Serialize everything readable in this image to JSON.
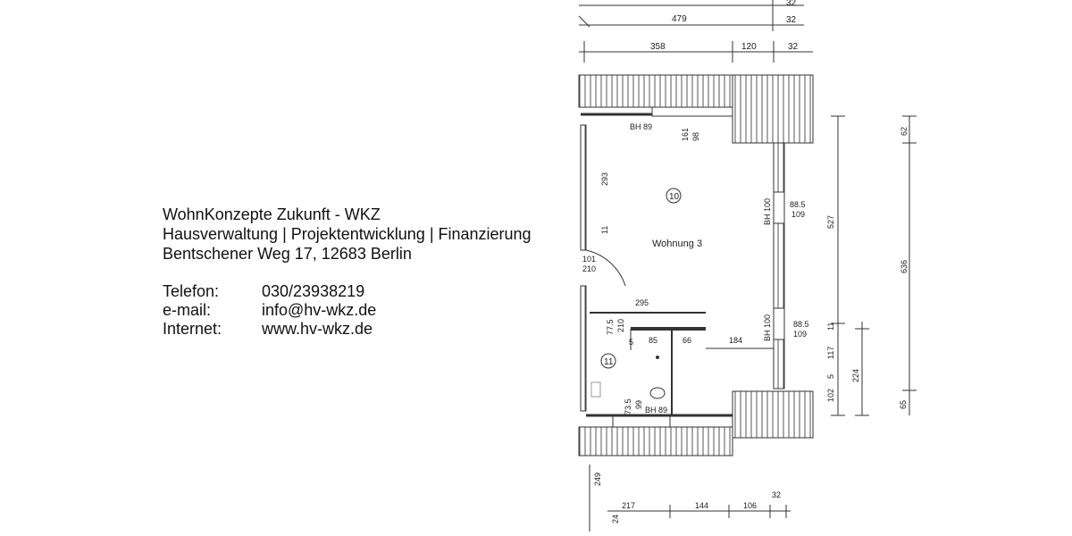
{
  "company": {
    "name": "WohnKonzepte Zukunft - WKZ",
    "services": "Hausverwaltung | Projektentwicklung | Finanzierung",
    "address": "Bentschener Weg 17, 12683 Berlin"
  },
  "contacts": [
    {
      "label": "Telefon:",
      "value": "030/23938219"
    },
    {
      "label": "e-mail:",
      "value": "info@hv-wkz.de"
    },
    {
      "label": "Internet:",
      "value": "www.hv-wkz.de"
    }
  ],
  "plan": {
    "top_dims": {
      "row0_a": "32",
      "row1_a": "479",
      "row1_b": "32",
      "row2_a": "358",
      "row2_b": "120",
      "row2_c": "32"
    },
    "room_10": "10",
    "room_11": "11",
    "apartment": "Wohnung 3",
    "labels": {
      "bh89_top": "BH 89",
      "win_top_a": "161",
      "win_top_b": "98",
      "dim_293": "293",
      "dim_11": "11",
      "door_101": "101",
      "door_210": "210",
      "bh100_a": "BH 100",
      "win_r1_a": "88.5",
      "win_r1_b": "109",
      "bh100_b": "BH 100",
      "win_r2_a": "88.5",
      "win_r2_b": "109",
      "dim_295": "295",
      "dim_775": "77.5",
      "dim_210b": "210",
      "dim_5": "5",
      "dim_85": "85",
      "dim_66": "66",
      "dim_184": "184",
      "dim_735": "73.5",
      "dim_99": "99",
      "bh89_bottom": "BH 89",
      "dim_249": "249",
      "dim_24": "24",
      "dim_217": "217",
      "dim_144": "144",
      "dim_106": "106",
      "dim_32b": "32"
    },
    "right_dims": {
      "d62": "62",
      "d527": "527",
      "d636": "636",
      "d11": "11",
      "d117": "117",
      "d5": "5",
      "d102": "102",
      "d224": "224",
      "d65": "65"
    }
  }
}
